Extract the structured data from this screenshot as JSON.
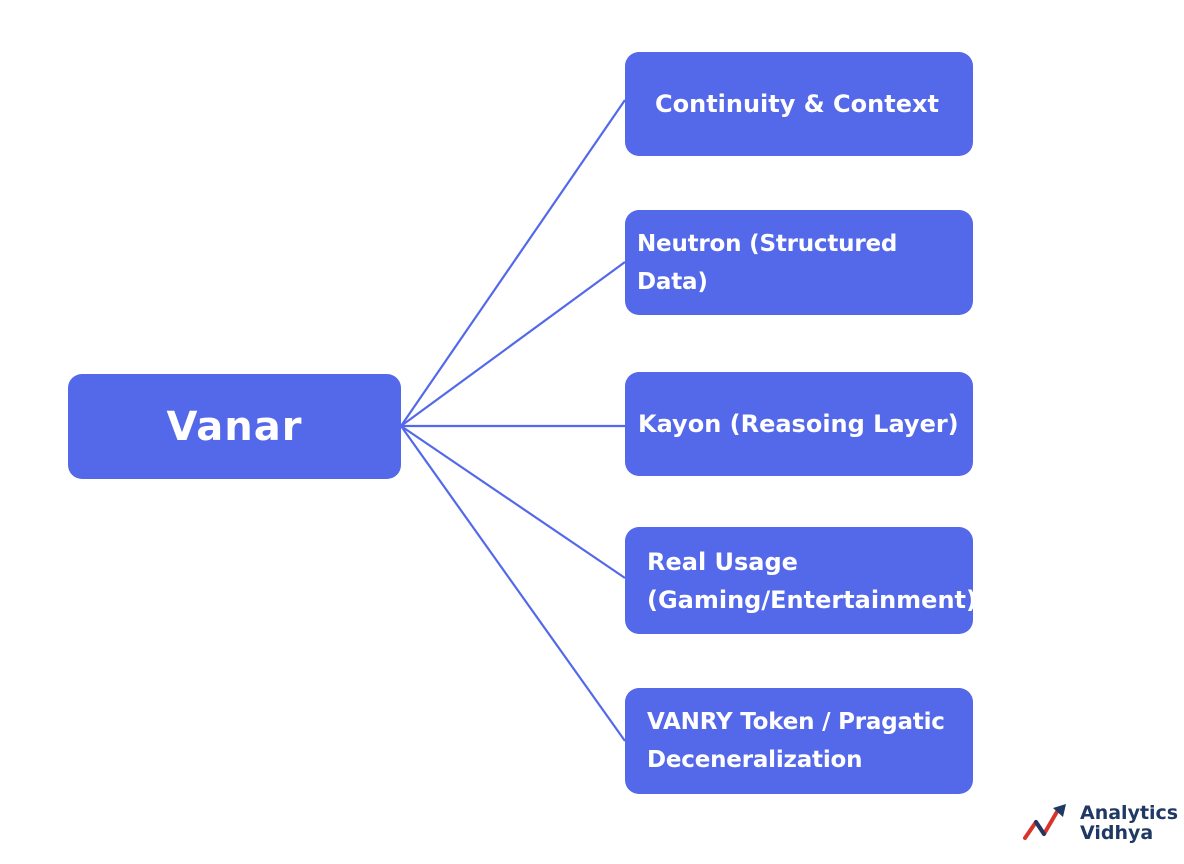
{
  "diagram": {
    "root": {
      "label": "Vanar"
    },
    "children": [
      {
        "label": "Continuity & Context"
      },
      {
        "label": "Neutron (Structured Data)"
      },
      {
        "label": "Kayon (Reasoing Layer)"
      },
      {
        "label": "Real Usage\n(Gaming/Entertainment)"
      },
      {
        "label": "VANRY Token / Pragatic\nDeceneralization"
      }
    ],
    "node_color": "#5468ea",
    "connector_color": "#5468ea"
  },
  "branding": {
    "line1": "Analytics",
    "line2": "Vidhya",
    "icon": "trend-arrow-icon",
    "colors": {
      "text": "#1f3864",
      "arrow_red": "#d9342b"
    }
  }
}
